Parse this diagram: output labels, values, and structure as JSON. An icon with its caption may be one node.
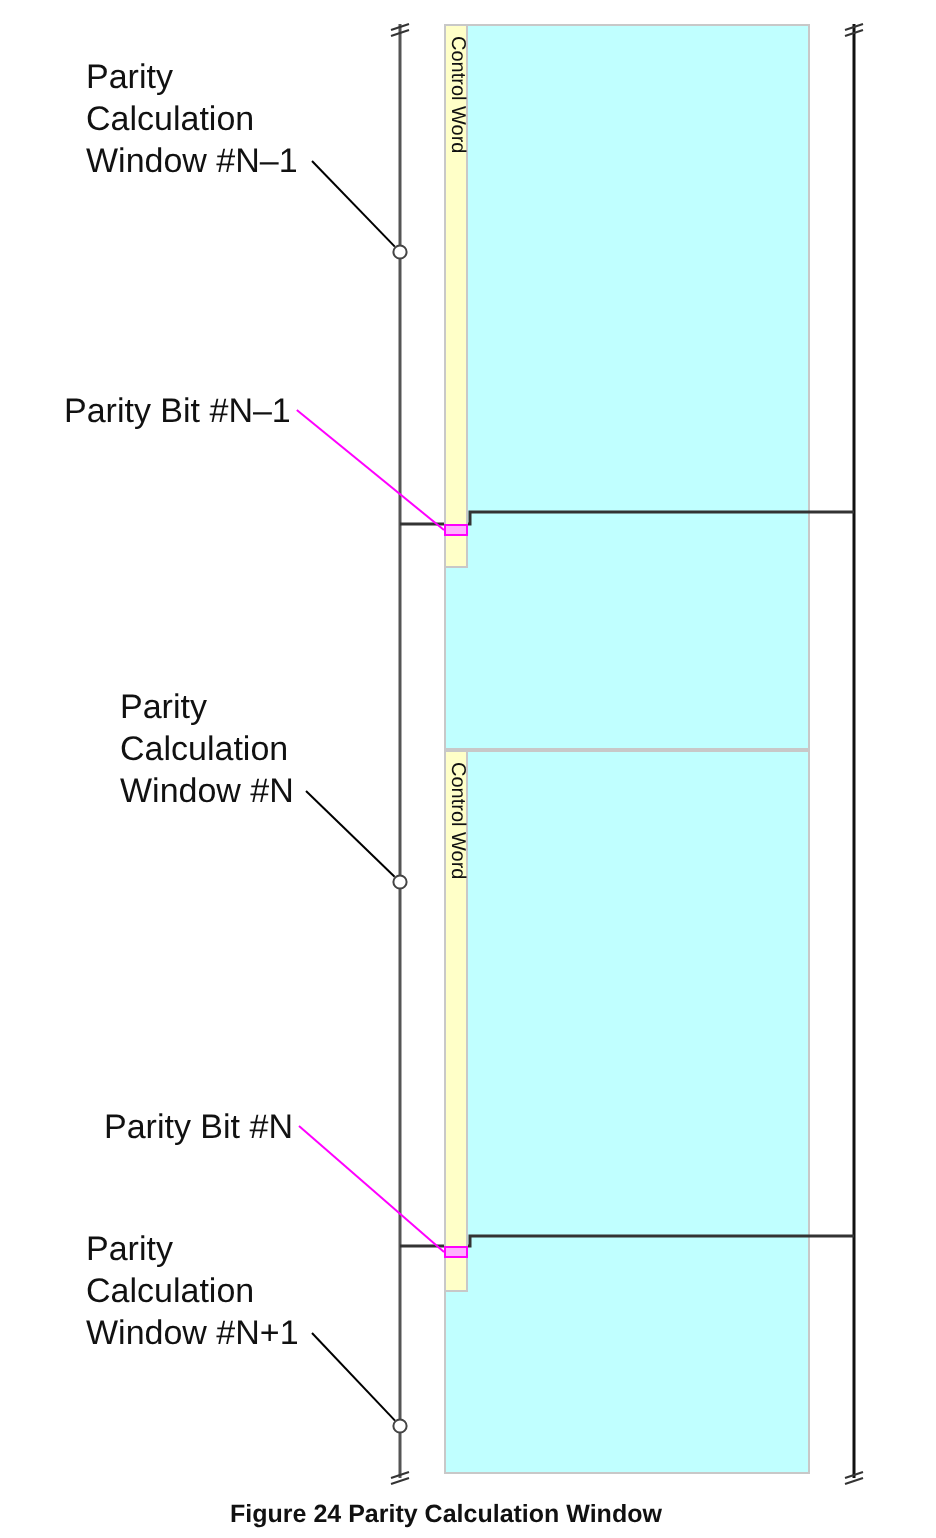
{
  "diagram": {
    "caption": "Figure 24 Parity Calculation Window",
    "nodes": [
      {
        "text": [
          "Parity Calculation Window #N–1"
        ]
      },
      {
        "text": [],
        "shape": "circle"
      },
      {
        "text": [
          "Control Word"
        ]
      },
      {
        "text": [
          "Parity Bit #N–1"
        ]
      },
      {
        "text": [],
        "shape": "box",
        "in": 2
      },
      {
        "text": [
          "Parity Calculation Window #N"
        ]
      },
      {
        "text": [
          "Control Word"
        ]
      },
      {
        "text": [],
        "shape": "circle"
      },
      {
        "text": [
          "Parity Bit #N"
        ]
      },
      {
        "text": [],
        "shape": "box",
        "in": 6
      },
      {
        "text": [
          "Parity Calculation Window #N+1"
        ]
      },
      {
        "text": [],
        "shape": "circle"
      }
    ],
    "edges": [
      {
        "from": 0,
        "to": 1,
        "arrow": "none"
      },
      {
        "from": 3,
        "to": 4,
        "arrow": "none",
        "color": "#ff00ff"
      },
      {
        "from": 5,
        "to": 7,
        "arrow": "none"
      },
      {
        "from": 8,
        "to": 9,
        "arrow": "none",
        "color": "#ff00ff"
      },
      {
        "from": 10,
        "to": 11,
        "arrow": "none"
      }
    ]
  }
}
